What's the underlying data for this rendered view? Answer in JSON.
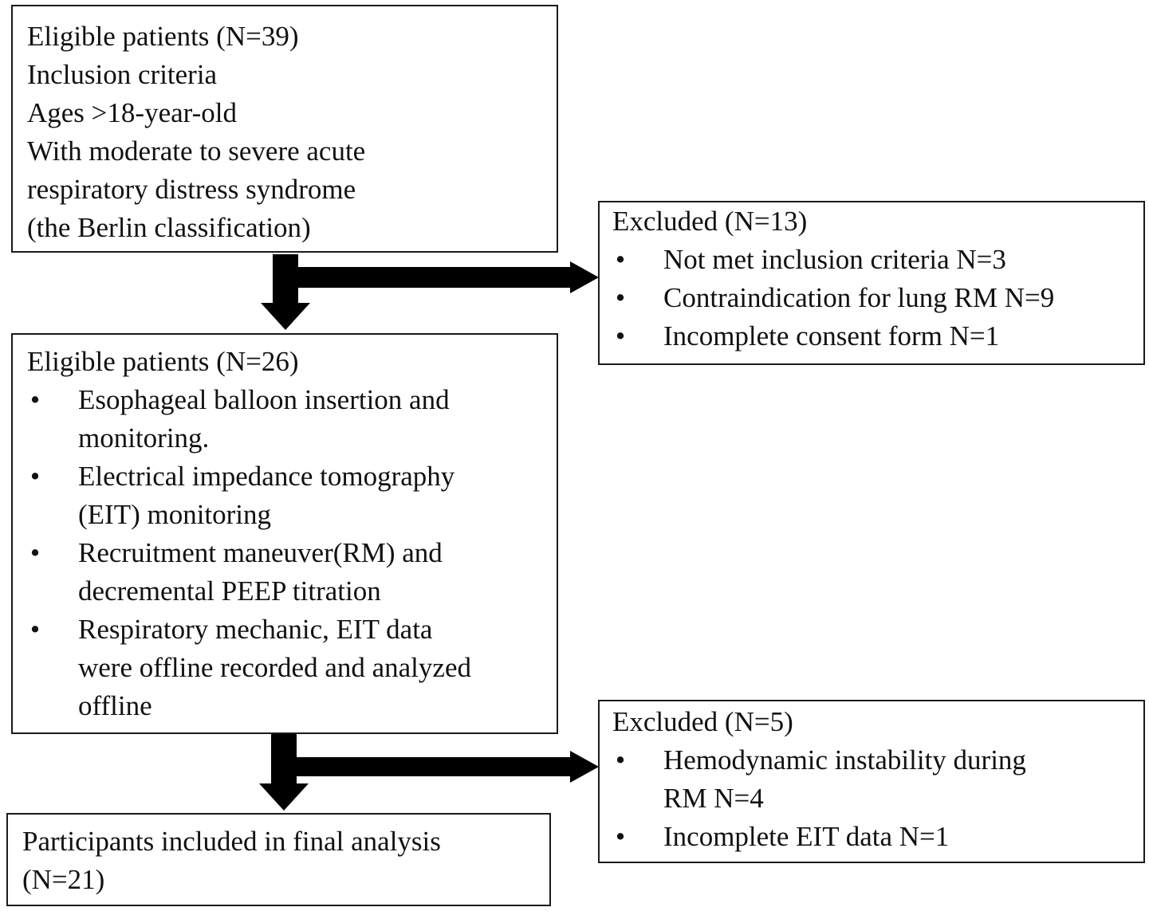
{
  "box1": {
    "lines": [
      "Eligible  patients (N=39)",
      "Inclusion criteria",
      "Ages >18-year-old",
      "With moderate to severe acute",
      "respiratory distress syndrome",
      "(the Berlin  classification)"
    ]
  },
  "excluded1": {
    "title": "Excluded (N=13)",
    "items": [
      "Not met inclusion  criteria  N=3",
      "Contraindication  for lung  RM N=9",
      "Incomplete consent form N=1"
    ]
  },
  "box2": {
    "title": "Eligible  patients (N=26)",
    "items": [
      [
        "Esophageal balloon insertion and",
        "monitoring."
      ],
      [
        "Electrical  impedance tomography",
        "(EIT) monitoring"
      ],
      [
        "Recruitment maneuver(RM)  and",
        "decremental  PEEP titration"
      ],
      [
        "Respiratory mechanic, EIT data",
        "were offline recorded and analyzed",
        "offline"
      ]
    ]
  },
  "excluded2": {
    "title": "Excluded (N=5)",
    "items": [
      [
        "Hemodynamic  instability  during",
        "RM N=4"
      ],
      [
        "Incomplete EIT data N=1"
      ]
    ]
  },
  "final": {
    "lines": [
      "Participants included in final  analysis",
      "(N=21)"
    ]
  },
  "bullet_char": "•"
}
